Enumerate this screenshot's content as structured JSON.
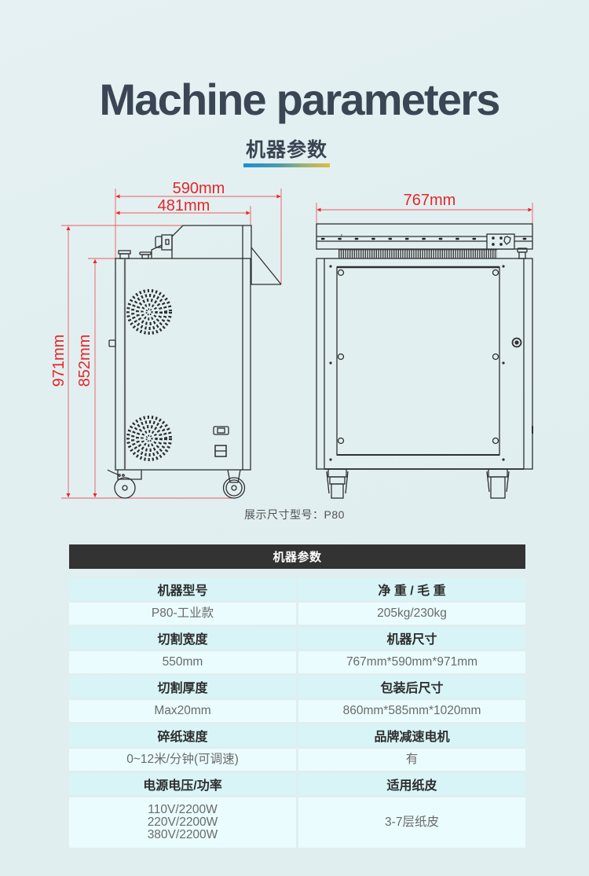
{
  "title": "Machine parameters",
  "subtitle": "机器参数",
  "accent_gradient": [
    "#1a8fd2",
    "#e0ba3e"
  ],
  "drawing": {
    "side_view": {
      "width_total": "590mm",
      "width_body": "481mm",
      "height_total": "971mm",
      "height_body": "852mm"
    },
    "front_view": {
      "width": "767mm"
    },
    "dimension_color": "#e5262b",
    "caption": "展示尺寸型号：P80"
  },
  "table": {
    "header": "机器参数",
    "rows": [
      {
        "cells": [
          {
            "label": "机器型号",
            "value": "P80-工业款"
          },
          {
            "label": "净 重 / 毛 重",
            "value": "205kg/230kg"
          }
        ]
      },
      {
        "cells": [
          {
            "label": "切割宽度",
            "value": "550mm"
          },
          {
            "label": "机器尺寸",
            "value": "767mm*590mm*971mm"
          }
        ]
      },
      {
        "cells": [
          {
            "label": "切割厚度",
            "value": "Max20mm"
          },
          {
            "label": "包装后尺寸",
            "value": "860mm*585mm*1020mm"
          }
        ]
      },
      {
        "cells": [
          {
            "label": "碎纸速度",
            "value": "0~12米/分钟(可调速)"
          },
          {
            "label": "品牌减速电机",
            "value": "有"
          }
        ]
      },
      {
        "cells": [
          {
            "label": "电源电压/功率",
            "value": "110V/2200W\n220V/2200W\n380V/2200W"
          },
          {
            "label": "适用纸皮",
            "value": "3-7层纸皮"
          }
        ]
      }
    ]
  }
}
